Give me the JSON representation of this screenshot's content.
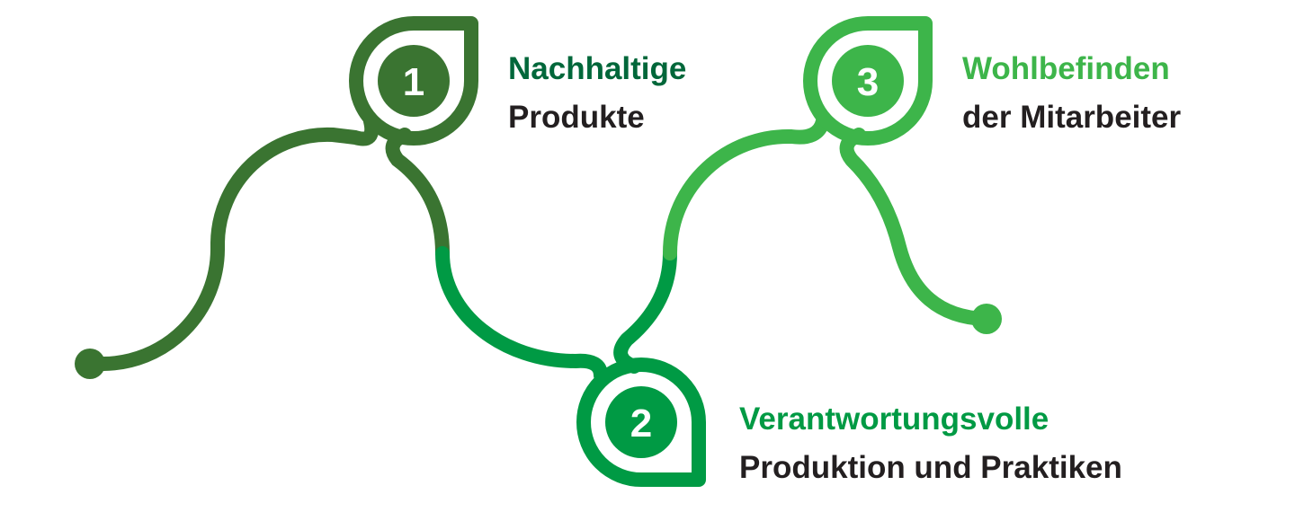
{
  "colors": {
    "step1": "#3a7431",
    "step2": "#009a44",
    "step3": "#3db54a",
    "title1": "#00673a",
    "dark_text": "#231f20"
  },
  "steps": [
    {
      "number": "1",
      "title": "Nachhaltige",
      "subtitle": "Produkte"
    },
    {
      "number": "2",
      "title": "Verantwortungsvolle",
      "subtitle": "Produktion und Praktiken"
    },
    {
      "number": "3",
      "title": "Wohlbefinden",
      "subtitle": "der Mitarbeiter"
    }
  ]
}
